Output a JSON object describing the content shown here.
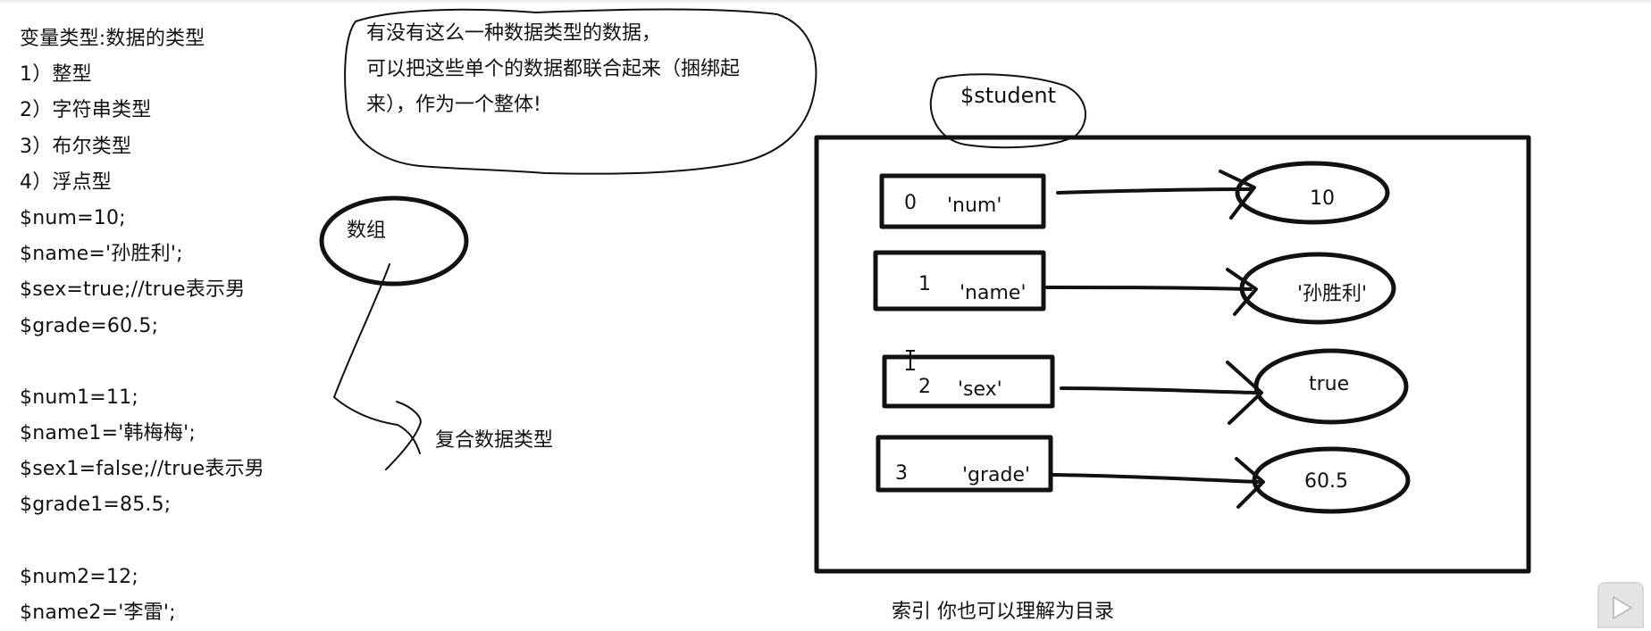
{
  "notes": [
    "变量类型:数据的类型",
    "1）整型",
    "2）字符串类型",
    "3）布尔类型",
    "4）浮点型",
    "$num=10;",
    "$name='孙胜利';",
    "$sex=true;//true表示男",
    "$grade=60.5;",
    "",
    "$num1=11;",
    "$name1='韩梅梅';",
    "$sex1=false;//true表示男",
    "$grade1=85.5;",
    "",
    "$num2=12;",
    "$name2='李雷';"
  ],
  "bubble": {
    "lines": [
      "有没有这么一种数据类型的数据，",
      "可以把这些单个的数据都联合起来（捆绑起",
      "来），作为一个整体!"
    ]
  },
  "array_label": "数组",
  "compound_label": "复合数据类型",
  "variable_label": "$student",
  "entries": [
    {
      "index": "0",
      "key": "'num'",
      "value": "10"
    },
    {
      "index": "1",
      "key": "'name'",
      "value": "'孙胜利'"
    },
    {
      "index": "2",
      "key": "'sex'",
      "value": "true"
    },
    {
      "index": "3",
      "key": "'grade'",
      "value": "60.5"
    }
  ],
  "caption": "索引 你也可以理解为目录",
  "icons": {
    "text_cursor": "i-beam-cursor-icon",
    "player": "play-icon"
  },
  "colors": {
    "ink": "#111111",
    "background": "#ffffff",
    "player_button": "#e1e1e4"
  }
}
